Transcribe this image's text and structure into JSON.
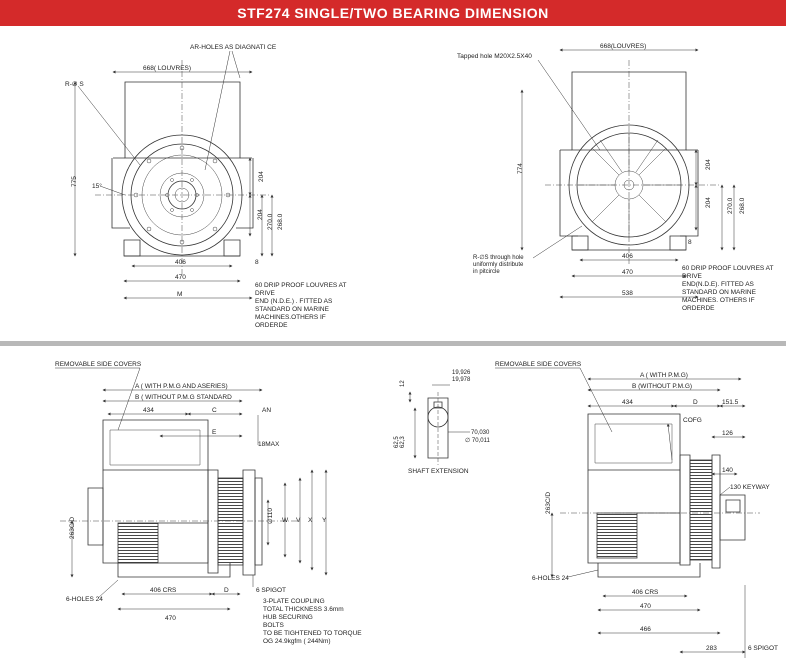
{
  "title": "STF274 SINGLE/TWO BEARING DIMENSION",
  "top_left": {
    "holes_note": "AR-HOLES AS DIAGNATI CE",
    "radius_note": "R-∅ S",
    "louvres": "668( LOUVRES)",
    "height": "775",
    "angle": "15°",
    "dim_204a": "204",
    "dim_204b": "204",
    "dim_270": "270.0",
    "dim_268": "268.0",
    "dim_406": "406",
    "dim_470": "470",
    "dim_M": "M",
    "dim_8": "8",
    "note": [
      "60 DRIP PROOF LOUVRES AT",
      "DRIVE",
      "END (N.D.E.) . FITTED AS",
      "STANDARD ON MARINE",
      "MACHINES.OTHERS IF",
      "ORDERDE"
    ]
  },
  "top_right": {
    "tapped_hole": "Tapped hole M20X2.5X40",
    "louvres": "668(LOUVRES)",
    "height": "774",
    "dim_204a": "204",
    "dim_204b": "204",
    "dim_270": "270.0",
    "dim_268": "268.0",
    "dim_406": "406",
    "dim_470": "470",
    "dim_538": "538",
    "dim_8": "8",
    "holes_note": [
      "R-∅S through hole",
      "uniformly distribute",
      "in pitcircle"
    ],
    "note": [
      "60 DRIP PROOF LOUVRES AT",
      "DRIVE",
      "END(N.D.E). FITTED AS",
      "STANDARD ON MARINE",
      "MACHINES. OTHERS IF",
      "ORDERDE"
    ]
  },
  "bottom_left": {
    "covers": "REMOVABLE SIDE COVERS",
    "dim_A": "A ( WITH P.M.G AND ASERIES)",
    "dim_B": "B ( WITHOUT P.M.G STANDARD",
    "dim_434": "434",
    "dim_C": "C",
    "dim_AN": "AN",
    "dim_E": "E",
    "dim_18max": "18MAX",
    "dim_263": "263C/D",
    "dim_dia": "∅110",
    "dim_W": "W",
    "dim_V": "V",
    "dim_X": "X",
    "dim_Y": "Y",
    "holes": "6-HOLES 24",
    "dim_406crs": "406 CRS",
    "dim_D": "D",
    "dim_470": "470",
    "spigot": "6 SPIGOT",
    "coupling": [
      "3-PLATE COUPLING",
      "TOTAL THICKNESS 3.6mm",
      "HUB SECURING",
      "BOLTS",
      "TO BE TIGHTENED TO TORQUE",
      "OG 24.9kgfm  ( 244Nm)"
    ]
  },
  "shaft": {
    "dim_19926": "19,926",
    "dim_19978": "19,978",
    "dim_12": "12",
    "dim_70030": "70,030",
    "dim_70011": "∅ 70,011",
    "dim_625": "62,5",
    "dim_623": "62,3",
    "label": "SHAFT EXTENSION"
  },
  "bottom_right": {
    "covers": "REMOVABLE SIDE COVERS",
    "dim_A": "A ( WITH P.M.G)",
    "dim_B": "B (WITHOUT P.M.G)",
    "dim_434": "434",
    "dim_D": "D",
    "dim_1515": "151.5",
    "cofg": "COFG",
    "dim_126": "126",
    "dim_140": "140",
    "keyway": "130 KEYWAY",
    "dim_263": "263C/D",
    "holes": "6-HOLES 24",
    "dim_406crs": "406 CRS",
    "dim_470": "470",
    "dim_466": "466",
    "dim_283": "283",
    "spigot": "6 SPIGOT"
  }
}
